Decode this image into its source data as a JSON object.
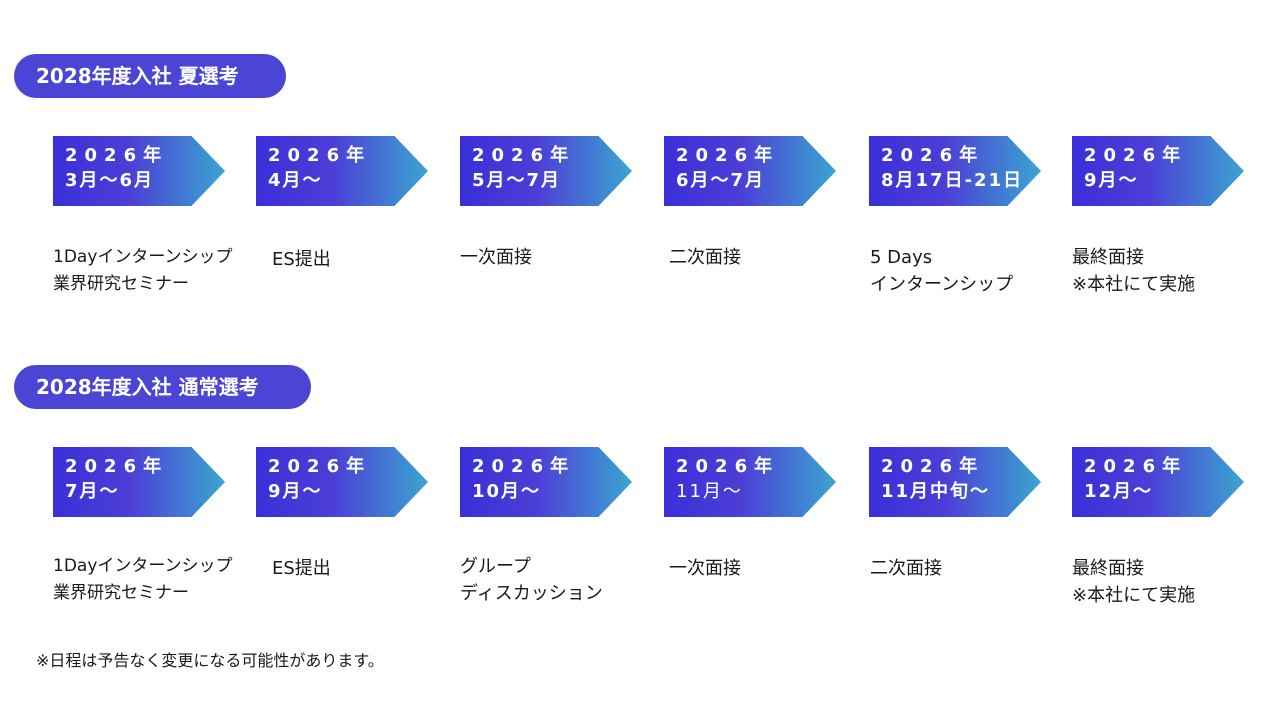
{
  "summer": {
    "title": "2028年度入社 夏選考",
    "steps": [
      {
        "year": "2026年",
        "period": "3月〜6月",
        "label": "1Dayインターンシップ\n業界研究セミナー"
      },
      {
        "year": "2026年",
        "period": "4月〜",
        "label": "ES提出"
      },
      {
        "year": "2026年",
        "period": "5月〜7月",
        "label": "一次面接"
      },
      {
        "year": "2026年",
        "period": "6月〜7月",
        "label": "二次面接"
      },
      {
        "year": "2026年",
        "period": "8月17日-21日",
        "label": "5 Days\nインターンシップ"
      },
      {
        "year": "2026年",
        "period": "9月〜",
        "label": "最終面接\n※本社にて実施"
      }
    ]
  },
  "regular": {
    "title": "2028年度入社 通常選考",
    "steps": [
      {
        "year": "2026年",
        "period": "7月〜",
        "label": "1Dayインターンシップ\n業界研究セミナー"
      },
      {
        "year": "2026年",
        "period": "9月〜",
        "label": "ES提出"
      },
      {
        "year": "2026年",
        "period": "10月〜",
        "label": "グループ\nディスカッション"
      },
      {
        "year": "2026年",
        "period": "11月〜",
        "label": "一次面接"
      },
      {
        "year": "2026年",
        "period": "11月中旬〜",
        "label": "二次面接"
      },
      {
        "year": "2026年",
        "period": "12月〜",
        "label": "最終面接\n※本社にて実施"
      }
    ]
  },
  "note": "※日程は予告なく変更になる可能性があります。",
  "colors": {
    "pill": "#4a45d4",
    "arrow_start": "#3a2fd8",
    "arrow_end": "#3aa6d0"
  }
}
